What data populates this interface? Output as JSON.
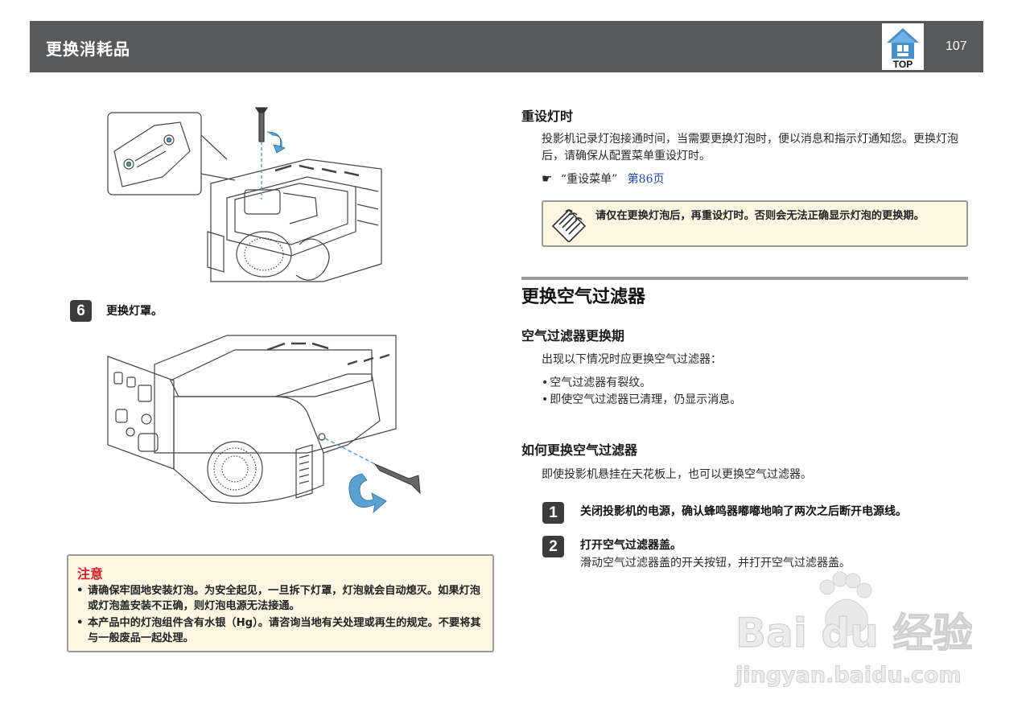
{
  "header": {
    "title": "更换消耗品",
    "top_label": "TOP",
    "page_number": "107"
  },
  "left": {
    "step6": {
      "number": "6",
      "text": "更换灯罩。"
    },
    "caution": {
      "title": "注意",
      "items": [
        "请确保牢固地安装灯泡。为安全起见，一旦拆下灯罩，灯泡就会自动熄灭。如果灯泡或灯泡盖安装不正确，则灯泡电源无法接通。",
        "本产品中的灯泡组件含有水银（Hg）。请咨询当地有关处理或再生的规定。不要将其与一般废品一起处理。"
      ]
    }
  },
  "right": {
    "reset": {
      "heading": "重设灯时",
      "body": "投影机记录灯泡接通时间，当需要更换灯泡时，便以消息和指示灯通知您。更换灯泡后，请确保从配置菜单重设灯时。",
      "ref_icon": "pointing-hand-icon",
      "ref_text": "“重设菜单”",
      "ref_link": "第86页",
      "note": "请仅在更换灯泡后，再重设灯时。否则会无法正确显示灯泡的更换期。"
    },
    "filter": {
      "title": "更换空气过滤器",
      "period_heading": "空气过滤器更换期",
      "period_intro": "出现以下情况时应更换空气过滤器：",
      "period_items": [
        "空气过滤器有裂纹。",
        "即使空气过滤器已清理，仍显示消息。"
      ],
      "howto_heading": "如何更换空气过滤器",
      "howto_intro": "即使投影机悬挂在天花板上，也可以更换空气过滤器。",
      "step1": {
        "number": "1",
        "text": "关闭投影机的电源，确认蜂鸣器嘟嘟地响了两次之后断开电源线。"
      },
      "step2": {
        "number": "2",
        "text": "打开空气过滤器盖。",
        "sub": "滑动空气过滤器盖的开关按钮，并打开空气过滤器盖。"
      }
    }
  },
  "watermark": {
    "brand": "Bai du 经验",
    "url": "jingyan.baidu.com"
  },
  "colors": {
    "header_bg": "#58595b",
    "caution_title": "#d2232a",
    "box_bg": "#fdf6e3",
    "link": "#1f4aa8"
  }
}
